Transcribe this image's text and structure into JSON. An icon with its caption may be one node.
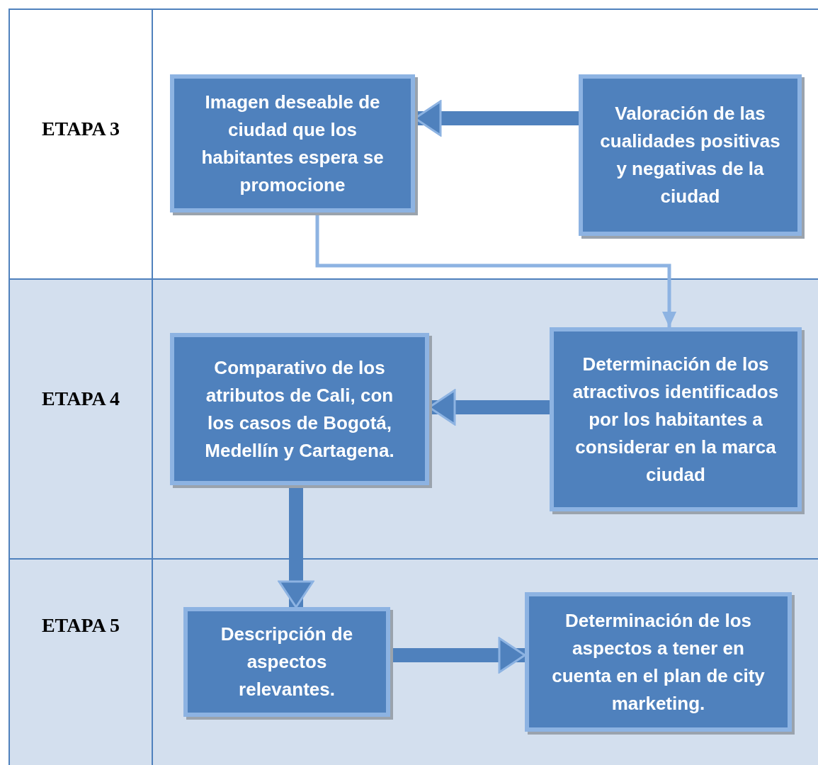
{
  "diagram": {
    "nodes": [
      {
        "text": [
          "Imagen deseable de ciudad que los habitantes espera se promocione"
        ]
      },
      {
        "text": [
          "Valoración de las cualidades positivas y negativas de la ciudad"
        ]
      },
      {
        "text": [
          "Determinación de los atractivos identificados por los habitantes a considerar en la marca ciudad"
        ]
      },
      {
        "text": [
          "Comparativo de los atributos de Cali, con los casos de Bogotá, Medellín y Cartagena."
        ]
      },
      {
        "text": [
          "Descripción de aspectos relevantes."
        ]
      },
      {
        "text": [
          "Determinación de los aspectos a tener en cuenta en el plan de city marketing."
        ]
      }
    ],
    "edges": [
      {
        "from": 1,
        "to": 0,
        "arrow": "to"
      },
      {
        "from": 0,
        "to": 2,
        "arrow": "to",
        "color": "#8db3e2"
      },
      {
        "from": 2,
        "to": 3,
        "arrow": "to"
      },
      {
        "from": 3,
        "to": 4,
        "arrow": "to"
      },
      {
        "from": 4,
        "to": 5,
        "arrow": "to"
      }
    ],
    "labels": [
      "ETAPA 3",
      "ETAPA 4",
      "ETAPA 5"
    ]
  }
}
